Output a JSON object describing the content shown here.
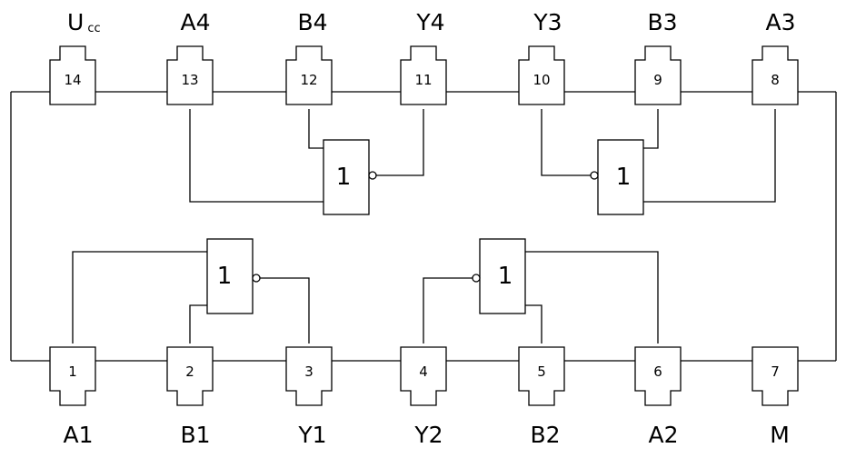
{
  "chip": {
    "top_pins": [
      {
        "num": "14",
        "label": "U",
        "label_sub": "cc"
      },
      {
        "num": "13",
        "label": "A4"
      },
      {
        "num": "12",
        "label": "B4"
      },
      {
        "num": "11",
        "label": "Y4"
      },
      {
        "num": "10",
        "label": "Y3"
      },
      {
        "num": "9",
        "label": "B3"
      },
      {
        "num": "8",
        "label": "A3"
      }
    ],
    "bottom_pins": [
      {
        "num": "1",
        "label": "A1"
      },
      {
        "num": "2",
        "label": "B1"
      },
      {
        "num": "3",
        "label": "Y1"
      },
      {
        "num": "4",
        "label": "Y2"
      },
      {
        "num": "5",
        "label": "B2"
      },
      {
        "num": "6",
        "label": "A2"
      },
      {
        "num": "7",
        "label": "M"
      }
    ],
    "gates": [
      {
        "id": "gate-4",
        "label": "1"
      },
      {
        "id": "gate-3",
        "label": "1"
      },
      {
        "id": "gate-1",
        "label": "1"
      },
      {
        "id": "gate-2",
        "label": "1"
      }
    ]
  }
}
